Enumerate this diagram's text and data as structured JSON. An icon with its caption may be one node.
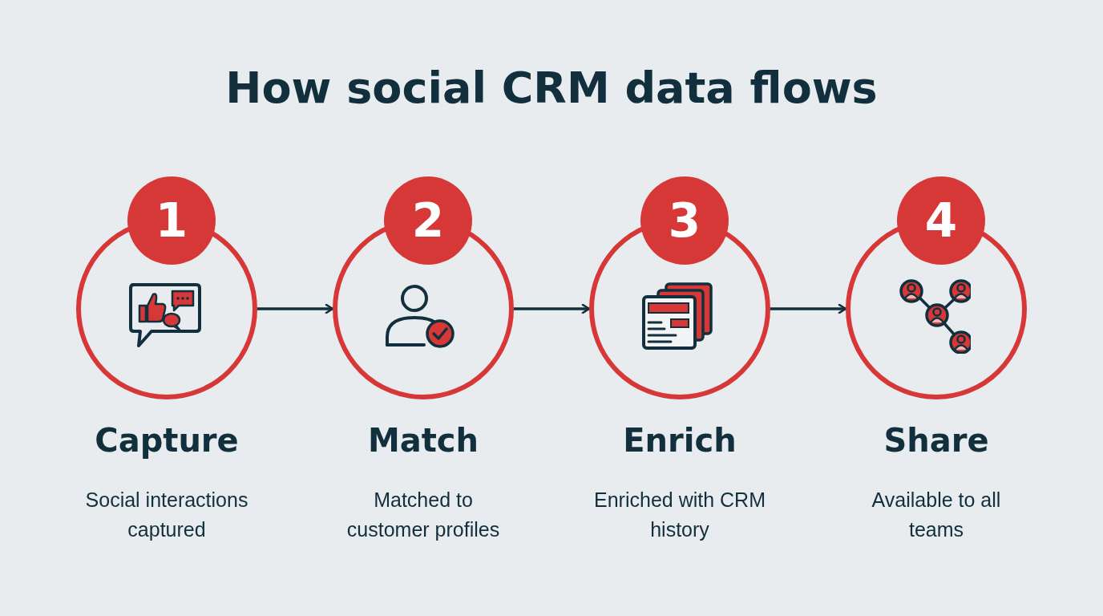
{
  "diagram": {
    "title": "How social CRM data flows",
    "nodes": [
      {
        "text": [
          "1",
          "Capture",
          "Social interactions captured"
        ]
      },
      {
        "text": [
          "2",
          "Match",
          "Matched to customer profiles"
        ]
      },
      {
        "text": [
          "3",
          "Enrich",
          "Enriched with CRM history"
        ]
      },
      {
        "text": [
          "4",
          "Share",
          "Available to all teams"
        ]
      }
    ],
    "edges": [
      {
        "from": 0,
        "to": 1,
        "arrow": "to"
      },
      {
        "from": 1,
        "to": 2,
        "arrow": "to"
      },
      {
        "from": 2,
        "to": 3,
        "arrow": "to"
      }
    ]
  }
}
